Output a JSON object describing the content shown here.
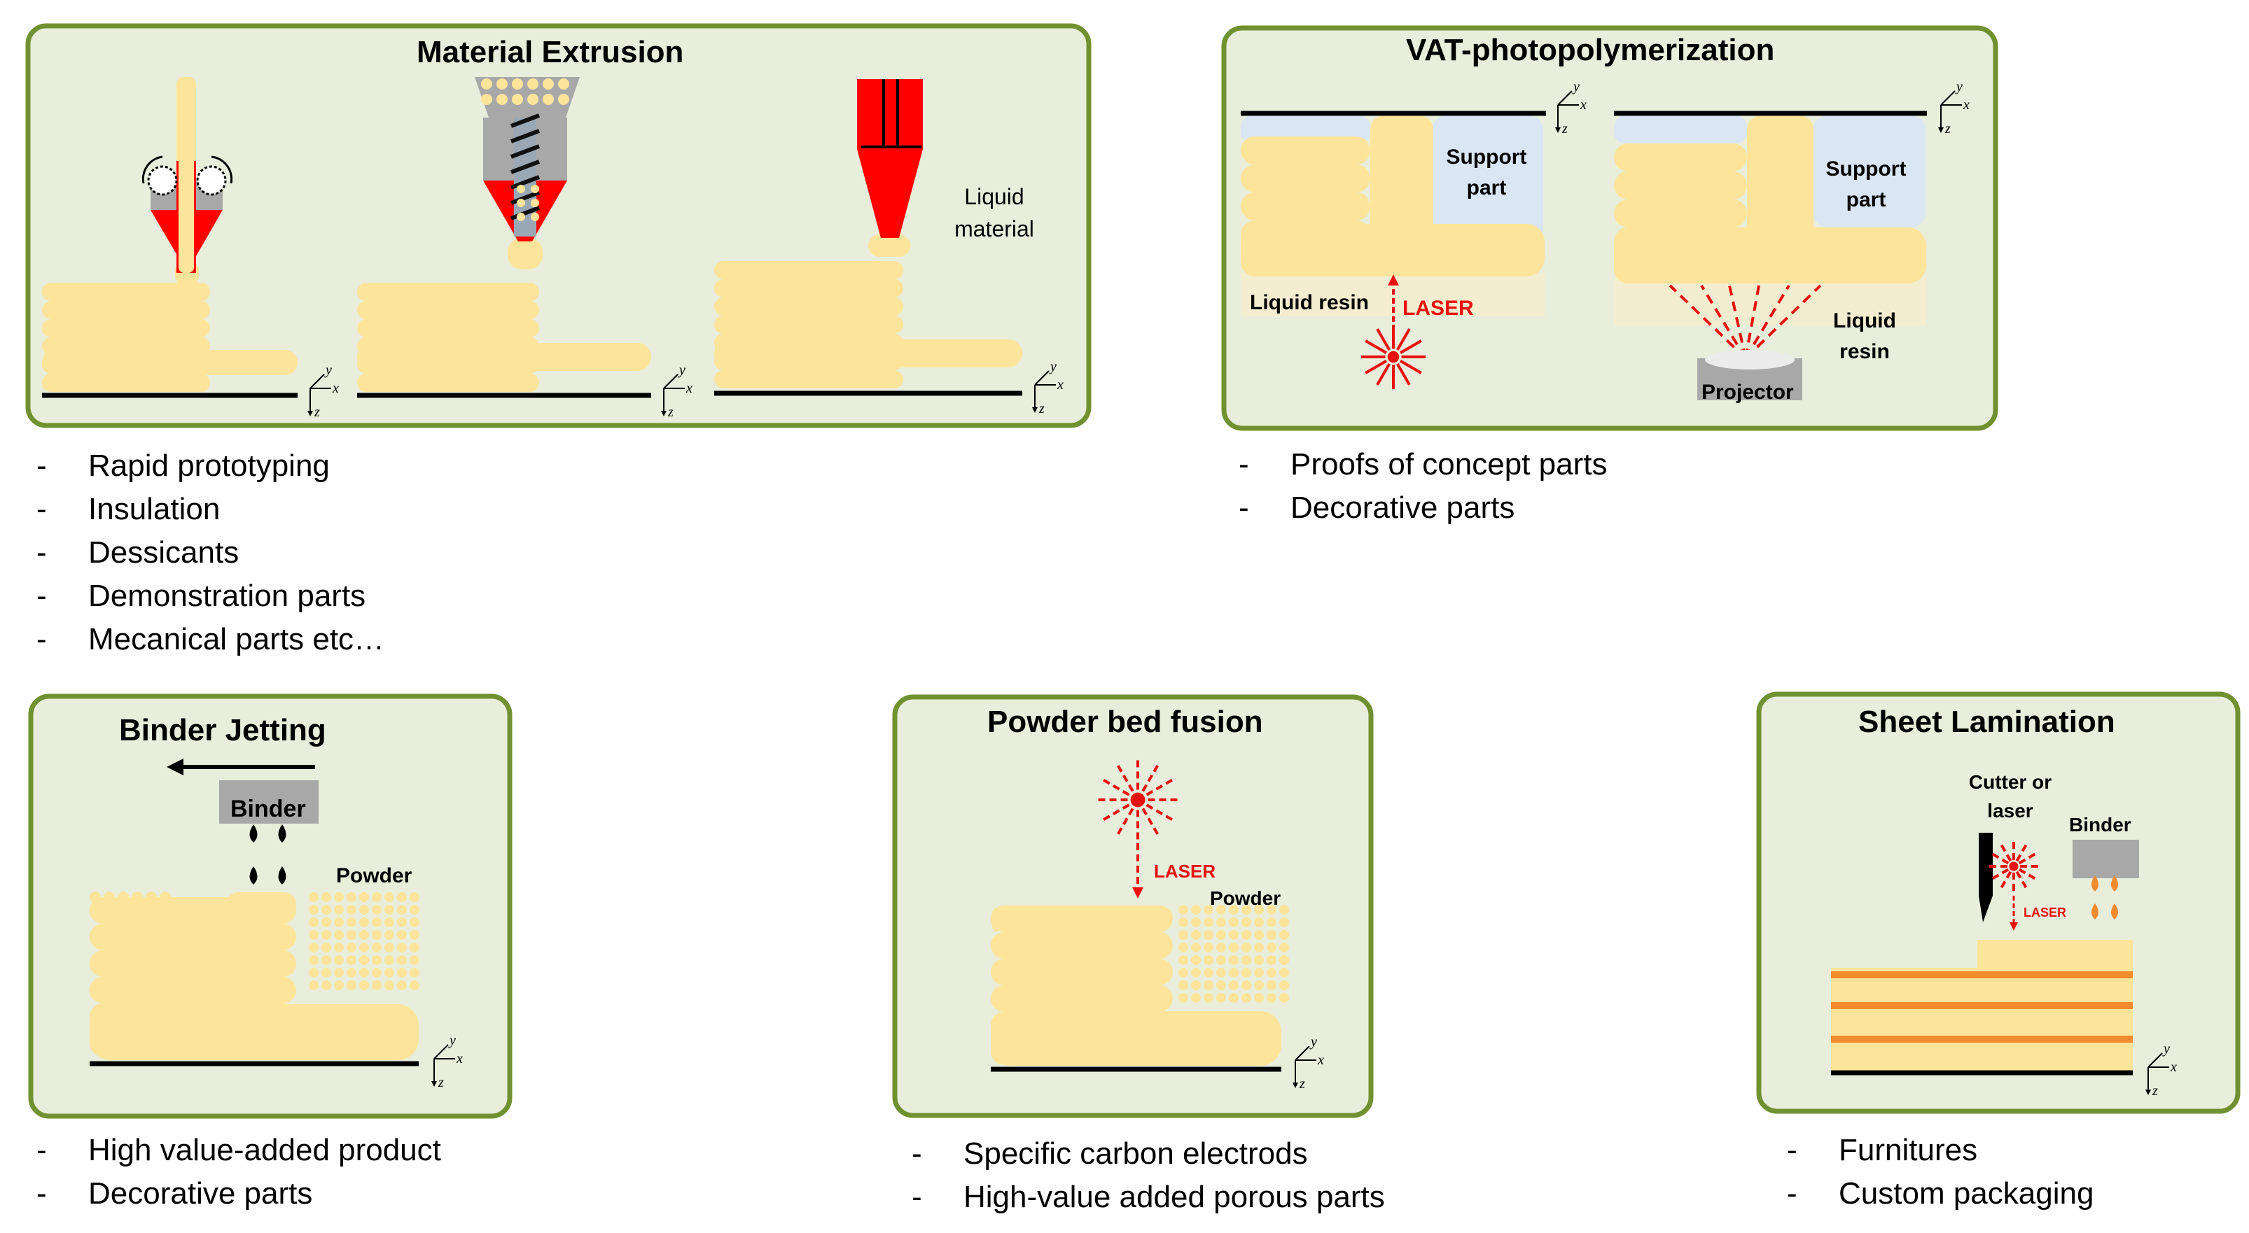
{
  "colors": {
    "panel_fill": "#e8eedb",
    "panel_border": "#6f9130",
    "material": "#fde49b",
    "support": "#dae6f3",
    "resin": "#f5edcf",
    "red": "#ff0000",
    "laser": "#e81010",
    "gray": "#a8a8a8",
    "stripe": "#f28a2e"
  },
  "panels": {
    "extrusion": {
      "title": "Material Extrusion",
      "liquid_label": "Liquid material",
      "applications": [
        "Rapid prototyping",
        "Insulation",
        "Dessicants",
        "Demonstration parts",
        "Mecanical parts etc…"
      ]
    },
    "vat": {
      "title": "VAT-photopolymerization",
      "support_label_1": "Support part",
      "support_label_2": "Support part",
      "liquid_resin_label": "Liquid resin",
      "laser_label": "LASER",
      "liquid_resin_label_2": "Liquid resin",
      "projector_label": "Projector",
      "applications": [
        "Proofs of concept parts",
        "Decorative parts"
      ]
    },
    "binder": {
      "title": "Binder Jetting",
      "binder_label": "Binder",
      "powder_label": "Powder",
      "applications": [
        "High value-added product",
        "Decorative parts"
      ]
    },
    "pbf": {
      "title": "Powder bed fusion",
      "laser_label": "LASER",
      "powder_label": "Powder",
      "applications": [
        "Specific carbon electrods",
        "High-value added porous parts"
      ]
    },
    "sheet": {
      "title": "Sheet Lamination",
      "cutter_label": "Cutter or laser",
      "binder_label": "Binder",
      "laser_label": "LASER",
      "applications": [
        "Furnitures",
        "Custom packaging"
      ]
    }
  },
  "list_dash": "-",
  "axis_labels": {
    "y": "y",
    "x": "x",
    "z": "z"
  }
}
